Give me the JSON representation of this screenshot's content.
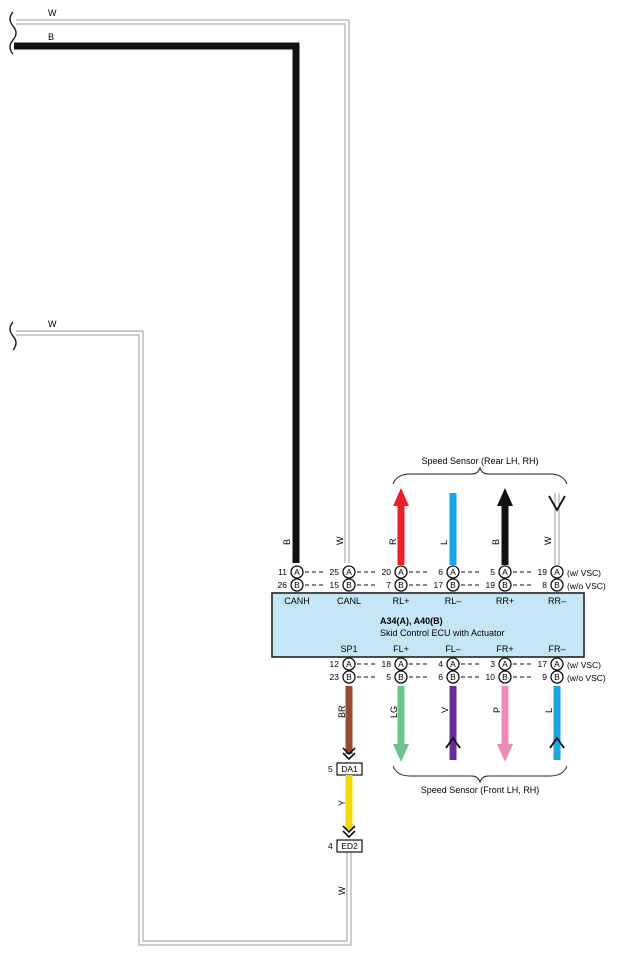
{
  "ecu": {
    "title": "A34(A), A40(B)",
    "subtitle": "Skid Control ECU with Actuator"
  },
  "wires_top": {
    "w1": "W",
    "b1": "B",
    "w2": "W"
  },
  "sensors": {
    "rear_title": "Speed Sensor (Rear LH,  RH)",
    "front_title": "Speed Sensor (Front LH,  RH)"
  },
  "variants": {
    "with_vsc": "(w/ VSC)",
    "without_vsc": "(w/o VSC)"
  },
  "top_terminals": [
    {
      "name": "CANH",
      "wire": "B",
      "pin_a": "11",
      "pin_b": "26"
    },
    {
      "name": "CANL",
      "wire": "W",
      "pin_a": "25",
      "pin_b": "15"
    },
    {
      "name": "RL+",
      "wire": "R",
      "pin_a": "20",
      "pin_b": "7"
    },
    {
      "name": "RL–",
      "wire": "L",
      "pin_a": "6",
      "pin_b": "17"
    },
    {
      "name": "RR+",
      "wire": "B",
      "pin_a": "5",
      "pin_b": "19"
    },
    {
      "name": "RR–",
      "wire": "W",
      "pin_a": "19",
      "pin_b": "8"
    }
  ],
  "bottom_terminals": [
    {
      "name": "SP1",
      "wire": "BR",
      "pin_a": "12",
      "pin_b": "23"
    },
    {
      "name": "FL+",
      "wire": "LG",
      "pin_a": "18",
      "pin_b": "5"
    },
    {
      "name": "FL–",
      "wire": "V",
      "pin_a": "4",
      "pin_b": "6"
    },
    {
      "name": "FR+",
      "wire": "P",
      "pin_a": "3",
      "pin_b": "10"
    },
    {
      "name": "FR–",
      "wire": "L",
      "pin_a": "17",
      "pin_b": "9"
    }
  ],
  "connector_letters": {
    "a": "A",
    "b": "B"
  },
  "junctions": [
    {
      "pin": "5",
      "name": "DA1"
    },
    {
      "pin": "4",
      "name": "ED2"
    }
  ],
  "lower_wires": {
    "y": "Y",
    "w": "W"
  },
  "colors": {
    "black": "#111111",
    "white_wire": "#aaaaaa",
    "red": "#e8202a",
    "blue": "#1aa7e6",
    "brown": "#9a4a31",
    "light_green": "#6cc48c",
    "violet": "#6c2a98",
    "pink": "#ee8ab8",
    "yellow": "#f5d800",
    "ecu_fill": "#c5e6f6"
  }
}
